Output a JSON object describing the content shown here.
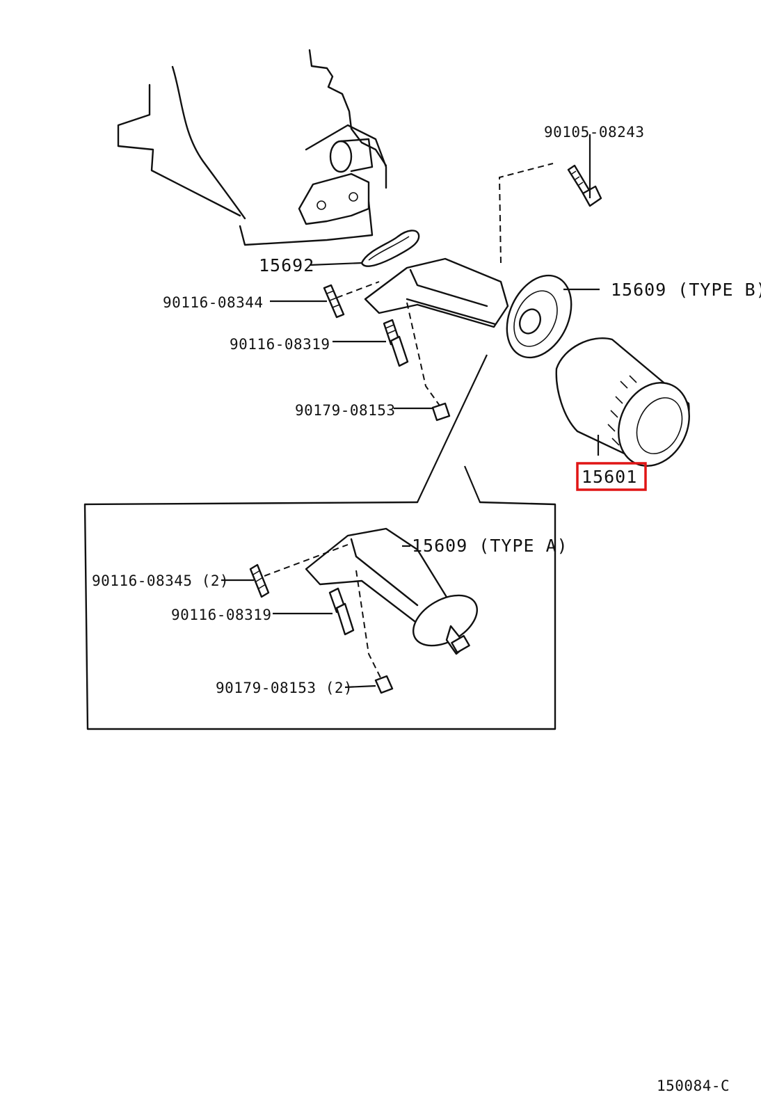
{
  "labels": {
    "bolt_90105": "90105-08243",
    "gasket_15692": "15692",
    "stud_90116_08344": "90116-08344",
    "stud_90116_08319": "90116-08319",
    "nut_90179_08153": "90179-08153",
    "bracket_type_b": "15609 (TYPE B)",
    "oil_filter_15601": "15601",
    "bracket_type_a": "15609 (TYPE A)",
    "stud_90116_08345_qty": "90116-08345 (2)",
    "stud_90116_08319_a": "90116-08319",
    "nut_90179_08153_qty": "90179-08153 (2)",
    "diagram_code": "150084-C"
  },
  "highlight_color": "#e01515"
}
